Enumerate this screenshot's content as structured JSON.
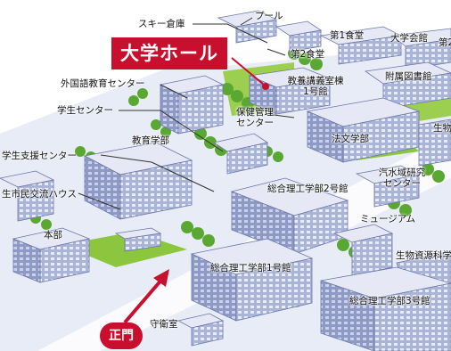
{
  "map": {
    "highlight": {
      "label": "大学ホール",
      "color": "#c8102e"
    },
    "main_gate": {
      "label": "正門",
      "color": "#c8102e"
    },
    "buildings": {
      "ski_storage": "スキー倉庫",
      "pool": "プール",
      "cafeteria_2": "第2食堂",
      "cafeteria_1": "第1食堂",
      "university_hall_kaikan": "大学会館",
      "cut_2": "第2",
      "lecture_bldg_line1": "教養講義室棟",
      "lecture_bldg_line2": "1号館",
      "library_annex": "附属図書館",
      "foreign_lang_center": "外国語教育センター",
      "student_center": "学生センター",
      "health_line1": "保健管理",
      "health_line2": "センター",
      "education": "教育学部",
      "law_letters": "法文学部",
      "bio_cut": "生物",
      "student_support": "学生支援センター",
      "brackish_line1": "汽水域研究",
      "brackish_line2": "センター",
      "engineering_2": "総合理工学部2号館",
      "exchange_house": "生市民交流ハウス",
      "museum": "ミュージアム",
      "headquarters": "本部",
      "bio_resources": "生物資源科学",
      "engineering_1": "総合理工学部1号館",
      "engineering_3": "総合理工学部3号館",
      "guard_room": "守衛室"
    }
  }
}
